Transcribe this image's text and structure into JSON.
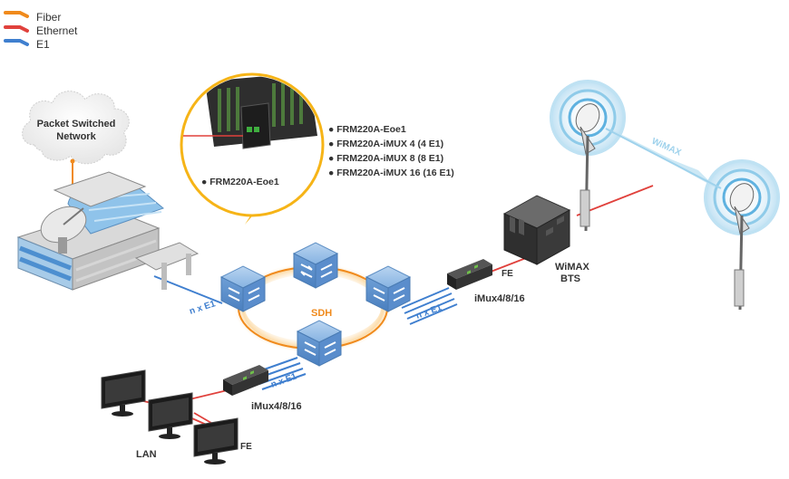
{
  "legend": {
    "items": [
      {
        "label": "Fiber",
        "color": "#f08a1c"
      },
      {
        "label": "Ethernet",
        "color": "#e0413c"
      },
      {
        "label": "E1",
        "color": "#3f7fcf"
      }
    ]
  },
  "cloud": {
    "line1": "Packet Switched",
    "line2": "Network"
  },
  "callout": {
    "device_label": "● FRM220A-Eoe1"
  },
  "product_list": [
    "● FRM220A-Eoe1",
    "● FRM220A-iMUX 4 (4 E1)",
    "● FRM220A-iMUX 8 (8 E1)",
    "● FRM220A-iMUX 16 (16 E1)"
  ],
  "ring_label": "SDH",
  "links": {
    "left_e1": "n x E1",
    "right_e1": "n x E1",
    "bottom_e1": "n x E1",
    "fe_right": "FE",
    "fe_bottom": "FE"
  },
  "devices": {
    "imux_right": "iMux4/8/16",
    "imux_bottom": "iMux4/8/16",
    "bts_line1": "WiMAX",
    "bts_line2": "BTS",
    "lan": "LAN"
  },
  "wireless_label": "WiMAX",
  "colors": {
    "fiber": "#f08a1c",
    "ethernet": "#e0413c",
    "e1": "#3f7fcf",
    "node": "#6fa3d8",
    "device_dark": "#2b2b2b"
  }
}
